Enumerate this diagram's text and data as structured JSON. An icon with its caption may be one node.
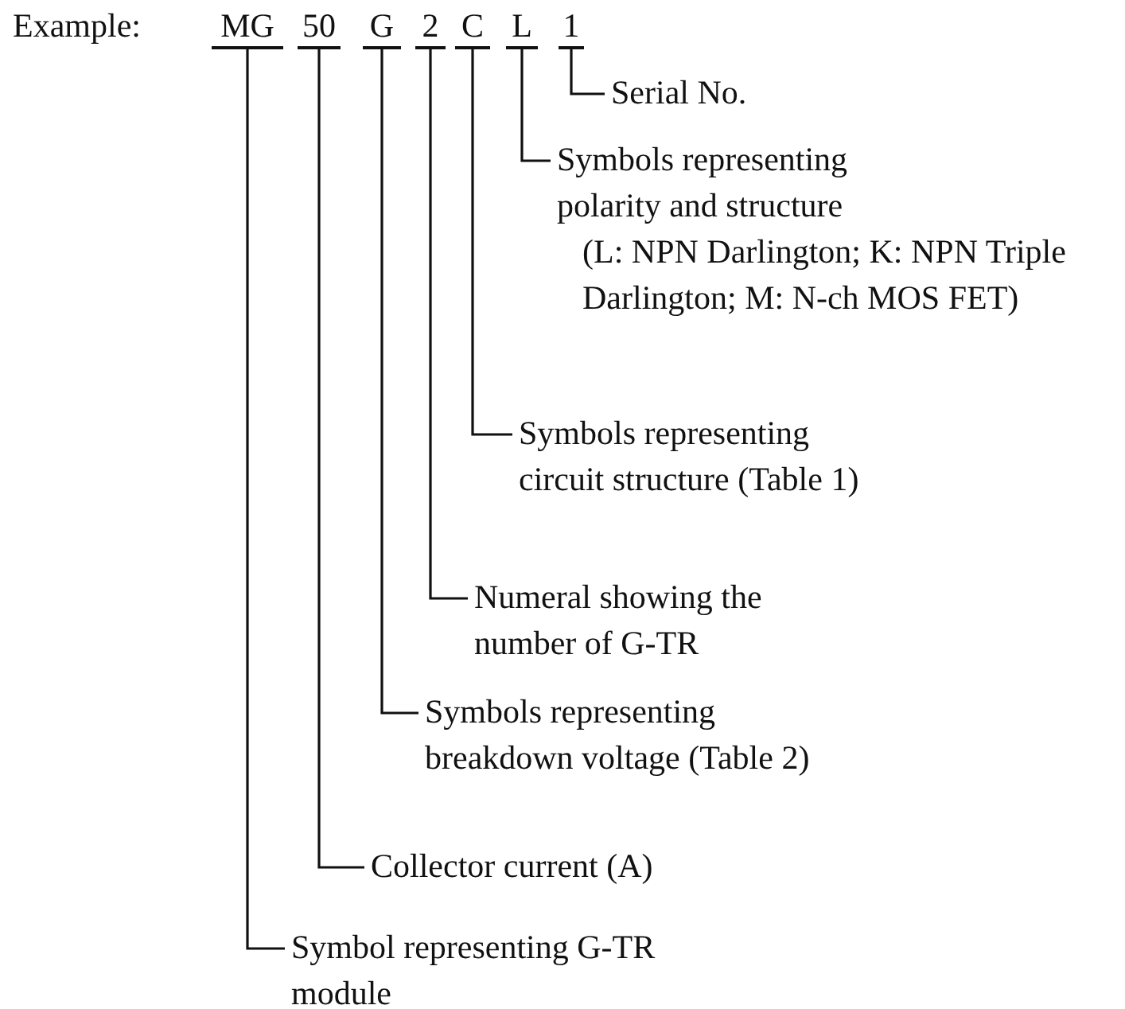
{
  "diagram": {
    "nodes": [
      {
        "text": [
          "MG"
        ]
      },
      {
        "text": [
          "50"
        ]
      },
      {
        "text": [
          "G"
        ]
      },
      {
        "text": [
          "2"
        ]
      },
      {
        "text": [
          "C"
        ]
      },
      {
        "text": [
          "L"
        ]
      },
      {
        "text": [
          "1"
        ]
      },
      {
        "text": [
          "Serial No."
        ]
      },
      {
        "text": [
          "Symbols representing polarity and structure",
          "(L: NPN Darlington; K: NPN Triple Darlington; M: N-ch MOS FET)"
        ]
      },
      {
        "text": [
          "Symbols representing circuit structure (Table 1)"
        ]
      },
      {
        "text": [
          "Numeral showing the number of G-TR"
        ]
      },
      {
        "text": [
          "Symbols representing breakdown voltage (Table 2)"
        ]
      },
      {
        "text": [
          "Collector current (A)"
        ]
      },
      {
        "text": [
          "Symbol representing G-TR module"
        ]
      }
    ],
    "edges": [
      {
        "from": 6,
        "to": 7,
        "arrow": "none"
      },
      {
        "from": 5,
        "to": 8,
        "arrow": "none"
      },
      {
        "from": 4,
        "to": 9,
        "arrow": "none"
      },
      {
        "from": 3,
        "to": 10,
        "arrow": "none"
      },
      {
        "from": 2,
        "to": 11,
        "arrow": "none"
      },
      {
        "from": 1,
        "to": 12,
        "arrow": "none"
      },
      {
        "from": 0,
        "to": 13,
        "arrow": "none"
      }
    ],
    "labels": [
      "Example:"
    ]
  }
}
